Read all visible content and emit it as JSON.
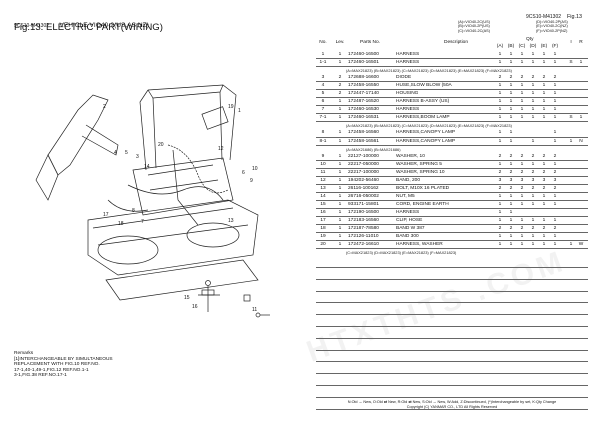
{
  "header": {
    "left_code": "9CS10-M41302",
    "vehicle": "VEHICLE VIO40-2(US,AS,NZ)",
    "title": "Fig.13.  ELECTRIC PART(WIRING)",
    "right_code": "9CS10-M41302",
    "fig": "Fig.13",
    "legend_mid": [
      "(A)=VIO40-2C(US)",
      "(B)=VIO40-2P(US)",
      "(C)=VIO40-2C(AS)"
    ],
    "legend_right": [
      "(D)=VIO40-2P(AS)",
      "(E)=VIO40-2C(NZ)",
      "(F)=VIO40-2P(NZ)"
    ]
  },
  "table": {
    "columns": {
      "no": "No.",
      "lev": "Lev.",
      "pn": "Parts No.",
      "desc": "Description",
      "qty": "Qty",
      "i": "I",
      "r": "R"
    },
    "qty_cols": [
      "(A)",
      "(B)",
      "(C)",
      "(D)",
      "(E)",
      "(F)"
    ],
    "rows": [
      {
        "no": "1",
        "lev": "1",
        "pn": "172460-16500",
        "desc": "HARNESS",
        "q": [
          "1",
          "1",
          "1",
          "1",
          "1",
          "1"
        ],
        "i": "",
        "r": ""
      },
      {
        "no": "1-1",
        "lev": "1",
        "pn": "172460-16501",
        "desc": "HARNESS",
        "q": [
          "1",
          "1",
          "1",
          "1",
          "1",
          "1"
        ],
        "i": "S",
        "r": "1"
      },
      {
        "note": "(A=MAX21823)          (B=MAX21823)          (C=MAX21823)          (D=MAX21823)          (E=MAX21823)          (F=MAX21823)"
      },
      {
        "no": "3",
        "lev": "2",
        "pn": "172688-16600",
        "desc": "DIODE",
        "q": [
          "2",
          "2",
          "2",
          "2",
          "2",
          "2"
        ],
        "i": "",
        "r": ""
      },
      {
        "no": "4",
        "lev": "2",
        "pn": "172458-16550",
        "desc": "HUSE,SLOW BLOW (50A",
        "q": [
          "1",
          "1",
          "1",
          "1",
          "1",
          "1"
        ],
        "i": "",
        "r": ""
      },
      {
        "no": "5",
        "lev": "2",
        "pn": "172447-17140",
        "desc": "HOUSING",
        "q": [
          "1",
          "1",
          "1",
          "1",
          "1",
          "1"
        ],
        "i": "",
        "r": ""
      },
      {
        "no": "6",
        "lev": "1",
        "pn": "172487-16520",
        "desc": "HARNESS B-ASSY (US)",
        "q": [
          "1",
          "1",
          "1",
          "1",
          "1",
          "1"
        ],
        "i": "",
        "r": ""
      },
      {
        "no": "7",
        "lev": "1",
        "pn": "172460-16530",
        "desc": "HARNESS",
        "q": [
          "1",
          "1",
          "1",
          "1",
          "1",
          "1"
        ],
        "i": "",
        "r": ""
      },
      {
        "no": "7-1",
        "lev": "1",
        "pn": "172460-16531",
        "desc": "HARNESS,BOOM LAMP",
        "q": [
          "1",
          "1",
          "1",
          "1",
          "1",
          "1"
        ],
        "i": "S",
        "r": "1"
      },
      {
        "note": "(A=MAX21823)          (B=MAX21823)          (C=MAX21823)          (D=MAX21823)          (E=MAX21823)          (F=MAX21823)"
      },
      {
        "no": "8",
        "lev": "1",
        "pn": "172458-16560",
        "desc": "HARNESS,CANOPY LAMP",
        "q": [
          "1",
          "1",
          "",
          "",
          "",
          "1"
        ],
        "i": "",
        "r": ""
      },
      {
        "no": "8-1",
        "lev": "1",
        "pn": "172458-16561",
        "desc": "HARNESS,CANOPY LAMP",
        "q": [
          "1",
          "1",
          "",
          "1",
          "",
          "1"
        ],
        "i": "1",
        "r": "N"
      },
      {
        "note": "(A=MAX21686)          (B=MAX21686)"
      },
      {
        "no": "9",
        "lev": "1",
        "pn": "22127-100000",
        "desc": "WASHER, 10",
        "q": [
          "2",
          "2",
          "2",
          "2",
          "2",
          "2"
        ],
        "i": "",
        "r": ""
      },
      {
        "no": "10",
        "lev": "1",
        "pn": "22217-050000",
        "desc": "WASHER, SPRING  5",
        "q": [
          "1",
          "1",
          "1",
          "1",
          "1",
          "1"
        ],
        "i": "",
        "r": ""
      },
      {
        "no": "11",
        "lev": "1",
        "pn": "22217-100000",
        "desc": "WASHER, SPRING 10",
        "q": [
          "2",
          "2",
          "2",
          "2",
          "2",
          "2"
        ],
        "i": "",
        "r": ""
      },
      {
        "no": "12",
        "lev": "1",
        "pn": "194202-56460",
        "desc": "BAND, 200",
        "q": [
          "3",
          "3",
          "3",
          "3",
          "3",
          "3"
        ],
        "i": "",
        "r": ""
      },
      {
        "no": "13",
        "lev": "1",
        "pn": "26116-100162",
        "desc": "BOLT, M10X 16 PLATED",
        "q": [
          "2",
          "2",
          "2",
          "2",
          "2",
          "2"
        ],
        "i": "",
        "r": ""
      },
      {
        "no": "14",
        "lev": "1",
        "pn": "26716-050002",
        "desc": "NUT, M5",
        "q": [
          "1",
          "1",
          "1",
          "1",
          "1",
          "1"
        ],
        "i": "",
        "r": ""
      },
      {
        "no": "15",
        "lev": "1",
        "pn": "933171-15801",
        "desc": "CORD, ENGINE EARTH",
        "q": [
          "1",
          "1",
          "1",
          "1",
          "1",
          "1"
        ],
        "i": "",
        "r": ""
      },
      {
        "no": "16",
        "lev": "1",
        "pn": "172190-16500",
        "desc": "HARNESS",
        "q": [
          "1",
          "1",
          "",
          "",
          "",
          ""
        ],
        "i": "",
        "r": ""
      },
      {
        "no": "17",
        "lev": "1",
        "pn": "172183-16560",
        "desc": "CLIP, HOSE",
        "q": [
          "1",
          "1",
          "1",
          "1",
          "1",
          "1"
        ],
        "i": "",
        "r": ""
      },
      {
        "no": "18",
        "lev": "1",
        "pn": "172187-78580",
        "desc": "BAND W 387",
        "q": [
          "2",
          "2",
          "2",
          "2",
          "2",
          "2"
        ],
        "i": "",
        "r": ""
      },
      {
        "no": "19",
        "lev": "1",
        "pn": "172126-11010",
        "desc": "BAND 300",
        "q": [
          "1",
          "1",
          "1",
          "1",
          "1",
          "1"
        ],
        "i": "",
        "r": ""
      },
      {
        "no": "20",
        "lev": "1",
        "pn": "172472-16610",
        "desc": "HARNESS, WASHER",
        "q": [
          "1",
          "1",
          "1",
          "1",
          "1",
          "1"
        ],
        "i": "1",
        "r": "W"
      },
      {
        "note": "(C=MAX21823)          (D=MAX21823)          (E=MAX21823)          (F=MAX21823)"
      }
    ]
  },
  "remarks": {
    "title": "Remarks",
    "lines": [
      "[1]INTERCHANGEABLE BY SIMULTANEOUS",
      "REPLACEMENT WITH FIG.10 REF.NO.",
      "17-1,40-1,49-1,FIG.12 REF.NO.1-1",
      "3-1,FIG.38 REF.NO.17-1"
    ]
  },
  "callouts": [
    "1",
    "2",
    "3",
    "4",
    "5",
    "6",
    "7",
    "8",
    "9",
    "10",
    "11",
    "12",
    "13",
    "14",
    "15",
    "16",
    "17",
    "18",
    "19",
    "20"
  ],
  "footer": {
    "legend": "N:Old → New, O:Old ⇄ New, R:Old ⇄ New, S:Old → New, W:Add, Z:Discontinued, (*)Interchangeable by set, K:Qty Change",
    "copyright": "Copyright (C)  YANMAR CO., LTD  All Rights Reserved"
  },
  "watermark": "HTXTHTS .COM"
}
